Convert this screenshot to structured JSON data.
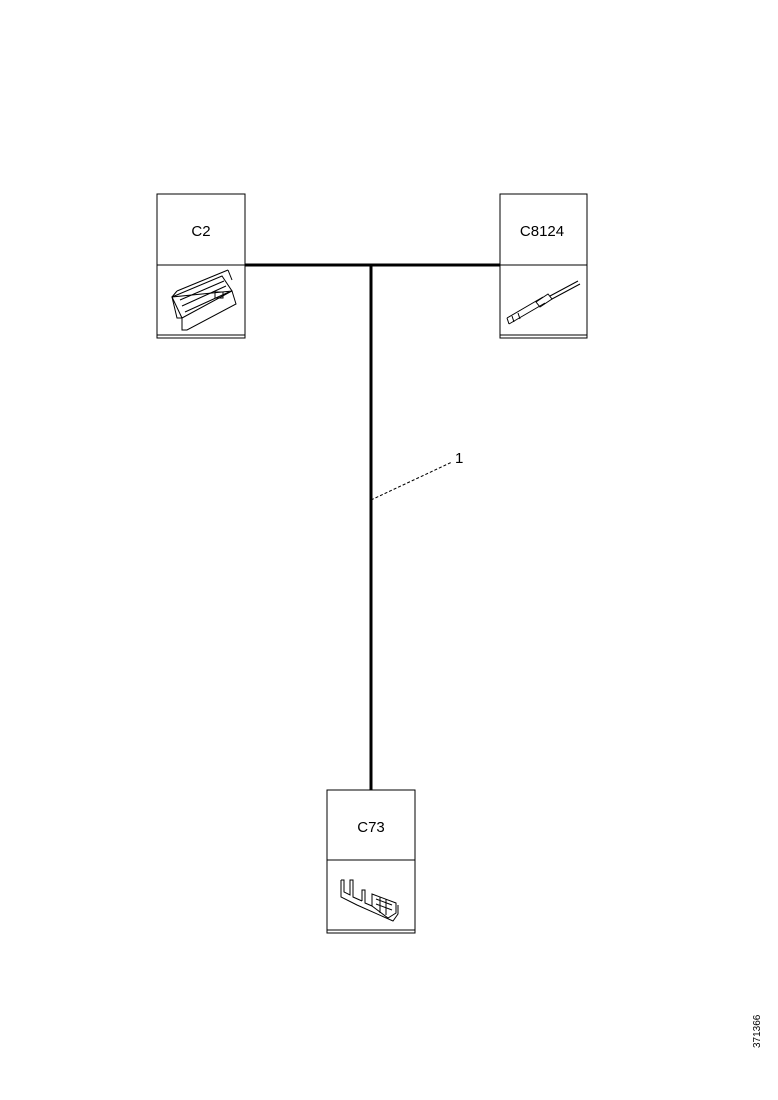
{
  "connectors": {
    "c2": {
      "label": "C2"
    },
    "c8124": {
      "label": "C8124"
    },
    "c73": {
      "label": "C73"
    }
  },
  "callout": {
    "label": "1"
  },
  "document": {
    "id": "371366"
  }
}
